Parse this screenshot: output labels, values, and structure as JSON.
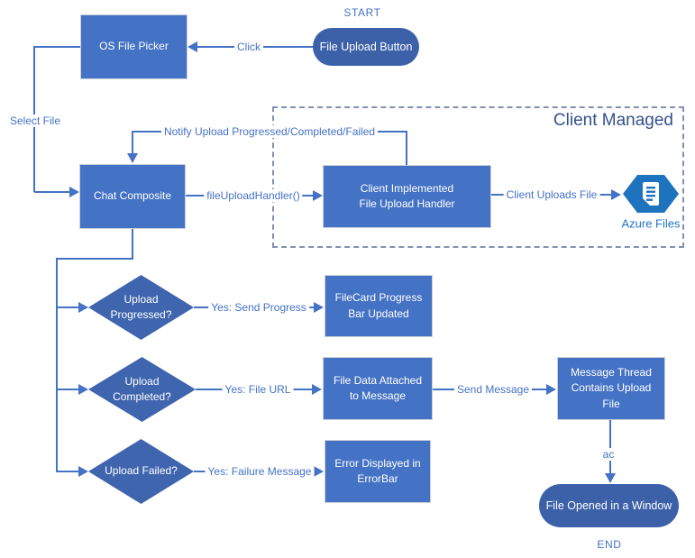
{
  "diagram": {
    "start_label": "START",
    "end_label": "END",
    "container": {
      "label": "Client Managed"
    },
    "nodes": {
      "file_upload_button": "File Upload Button",
      "os_file_picker": "OS File Picker",
      "chat_composite": "Chat Composite",
      "client_handler": "Client Implemented\nFile Upload Handler",
      "azure_files": "Azure Files",
      "upload_progressed": "Upload\nProgressed?",
      "upload_completed": "Upload\nCompleted?",
      "upload_failed": "Upload Failed?",
      "filecard_progress": "FileCard Progress\nBar Updated",
      "file_data": "File Data Attached\nto Message",
      "message_thread": "Message Thread\nContains Upload File",
      "error_bar": "Error Displayed in\nErrorBar",
      "file_opened": "File Opened in a Window"
    },
    "edges": {
      "click": "Click",
      "select_file": "Select File",
      "notify": "Notify Upload Progressed/Completed/Failed",
      "file_upload_handler_fn": "fileUploadHandler()",
      "client_uploads_file": "Client Uploads File",
      "yes_send_progress": "Yes: Send Progress",
      "yes_file_url": "Yes: File URL",
      "send_message": "Send Message",
      "yes_failure_message": "Yes: Failure Message",
      "ac": "ac"
    },
    "colors": {
      "accent": "#4472C4",
      "shape_fill": "#4472C4",
      "pill_fill": "#3C61A9",
      "diamond_fill": "#3F65AE",
      "azure_blue": "#1E73BE",
      "container_border": "#8091B4",
      "container_text": "#35508A"
    }
  }
}
